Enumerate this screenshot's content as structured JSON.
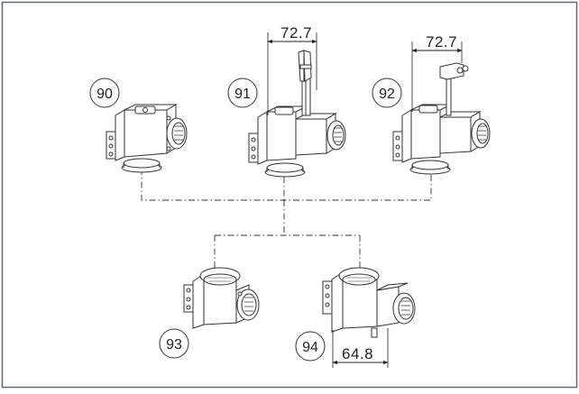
{
  "callouts": {
    "c90": "90",
    "c91": "91",
    "c92": "92",
    "c93": "93",
    "c94": "94"
  },
  "dimensions": {
    "d91": "72.7",
    "d92": "72.7",
    "d94": "64.8"
  },
  "colors": {
    "frame_border": "#5a6a78",
    "line": "#333333",
    "body_fill": "#ffffff"
  }
}
